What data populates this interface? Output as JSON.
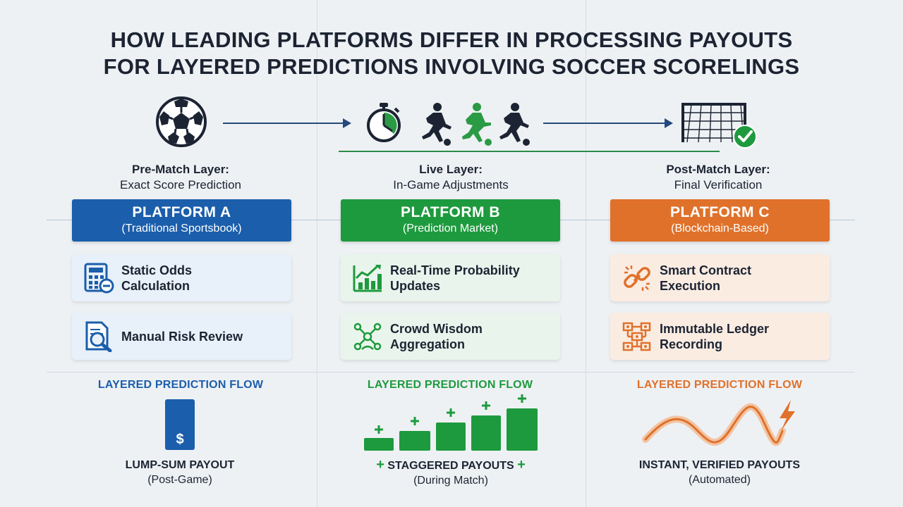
{
  "title": {
    "line1": "HOW LEADING PLATFORMS DIFFER IN PROCESSING PAYOUTS",
    "line2": "FOR LAYERED PREDICTIONS INVOLVING SOCCER SCORELINGS"
  },
  "layers": [
    {
      "title": "Pre-Match Layer:",
      "subtitle": "Exact Score Prediction",
      "icon": "soccer-ball-icon"
    },
    {
      "title": "Live Layer:",
      "subtitle": "In-Game Adjustments",
      "icon": "stopwatch-players-icon"
    },
    {
      "title": "Post-Match Layer:",
      "subtitle": "Final Verification",
      "icon": "goal-check-icon"
    }
  ],
  "platforms": [
    {
      "name": "PLATFORM A",
      "type": "(Traditional Sportsbook)",
      "color": "#1b5eab",
      "card_bg": "#e8f0f9",
      "features": [
        {
          "text": "Static Odds\nCalculation",
          "icon": "calculator-icon"
        },
        {
          "text": "Manual Risk Review",
          "icon": "document-search-icon"
        }
      ],
      "flow_label": "LAYERED PREDICTION FLOW",
      "payout_title": "LUMP-SUM PAYOUT",
      "payout_sub": "(Post-Game)",
      "payout_icon": "dollar-card-icon"
    },
    {
      "name": "PLATFORM B",
      "type": "(Prediction Market)",
      "color": "#1e9a3e",
      "card_bg": "#e9f5ec",
      "features": [
        {
          "text": "Real-Time Probability\nUpdates",
          "icon": "rising-chart-icon"
        },
        {
          "text": "Crowd Wisdom\nAggregation",
          "icon": "crowd-network-icon"
        }
      ],
      "flow_label": "LAYERED PREDICTION FLOW",
      "payout_title": "STAGGERED PAYOUTS",
      "payout_sub": "(During Match)",
      "payout_icon": "staggered-bars-icon"
    },
    {
      "name": "PLATFORM C",
      "type": "(Blockchain-Based)",
      "color": "#e0712a",
      "card_bg": "#fbece2",
      "features": [
        {
          "text": "Smart Contract\nExecution",
          "icon": "chain-link-icon"
        },
        {
          "text": "Immutable Ledger\nRecording",
          "icon": "ledger-blocks-icon"
        }
      ],
      "flow_label": "LAYERED PREDICTION FLOW",
      "payout_title": "INSTANT, VERIFIED PAYOUTS",
      "payout_sub": "(Automated)",
      "payout_icon": "wave-lightning-icon"
    }
  ],
  "payout_b_plus": "+"
}
